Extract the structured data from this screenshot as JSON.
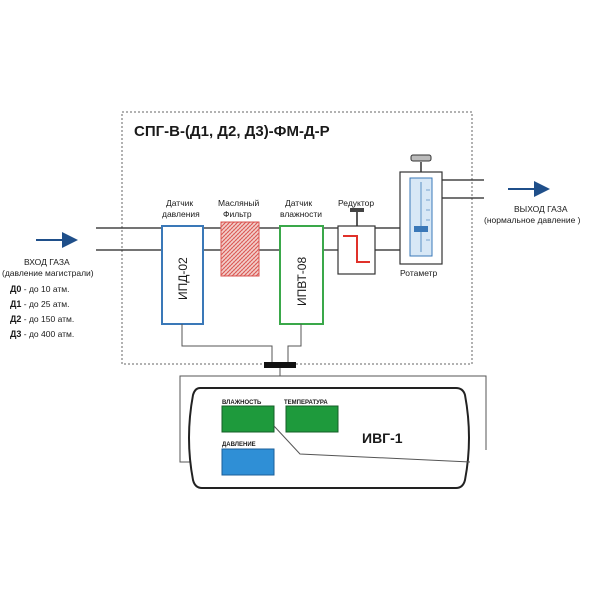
{
  "title": "СПГ-В-(Д1, Д2, Д3)-ФМ-Д-Р",
  "inlet": {
    "label": "ВХОД ГАЗА",
    "sublabel": "(давление магистрали)",
    "ranges": [
      {
        "code": "Д0",
        "text": " - до 10 атм."
      },
      {
        "code": "Д1",
        "text": " - до 25 атм."
      },
      {
        "code": "Д2",
        "text": " - до 150 атм."
      },
      {
        "code": "Д3",
        "text": " - до 400 атм."
      }
    ]
  },
  "outlet": {
    "label": "ВЫХОД ГАЗА",
    "sublabel": "(нормальное давление )"
  },
  "components": {
    "pressure_sensor": {
      "caption1": "Датчик",
      "caption2": "давления",
      "model": "ИПД-02",
      "color": "#3a78b8"
    },
    "oil_filter": {
      "caption1": "Масляный",
      "caption2": "Фильтр",
      "color": "#d9534f"
    },
    "humidity_sensor": {
      "caption1": "Датчик",
      "caption2": "влажности",
      "model": "ИПВТ-08",
      "color": "#3aa84a"
    },
    "reducer": {
      "caption": "Редуктор",
      "color": "#e0312a"
    },
    "rotameter": {
      "caption": "Ротаметр"
    }
  },
  "device": {
    "name": "ИВГ-1",
    "displays": {
      "humidity": "ВЛАЖНОСТЬ",
      "temperature": "ТЕМПЕРАТУРА",
      "pressure": "ДАВЛЕНИЕ"
    },
    "colors": {
      "green": "#1e9a3c",
      "blue": "#2f8fd6"
    }
  }
}
